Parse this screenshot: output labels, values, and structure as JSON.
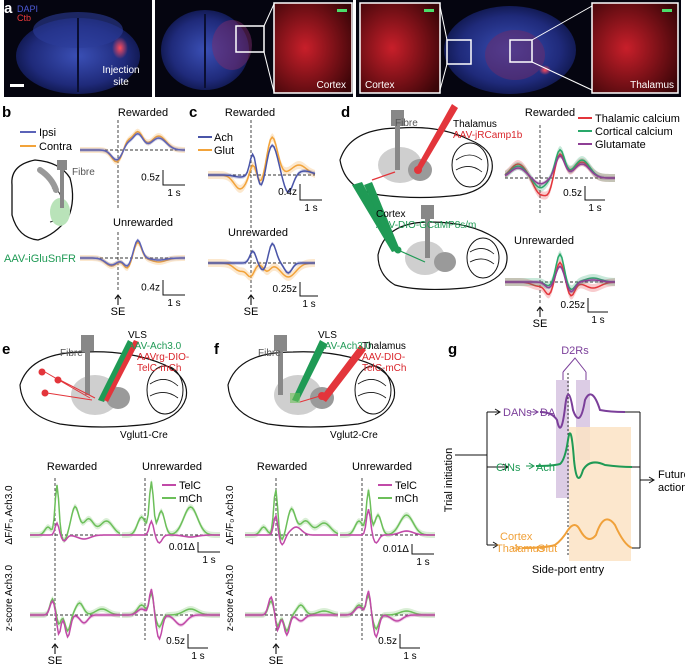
{
  "colors": {
    "ipsi": "#5b63b8",
    "contra": "#f2a33a",
    "ach": "#4a55a8",
    "glut": "#f2a33a",
    "thal_calcium": "#e3353b",
    "cort_calcium": "#29a86a",
    "glutamate": "#8e3f95",
    "telc": "#c14aa8",
    "mch": "#6cbf5a",
    "dans": "#7b3f9a",
    "cins": "#1f9a55",
    "cortex": "#f0a13a",
    "green_text": "#1f9a55",
    "red_text": "#d9262c"
  },
  "a": {
    "letter": "a",
    "legend_dapi": "DAPI",
    "legend_ctb": "Ctb",
    "injection_site": "Injection site",
    "inset1": "Cortex",
    "inset2": "Cortex",
    "inset3": "Thalamus"
  },
  "b": {
    "letter": "b",
    "title_rewarded": "Rewarded",
    "title_unrewarded": "Unrewarded",
    "legend_ipsi": "Ipsi",
    "legend_contra": "Contra",
    "fibre": "Fibre",
    "virus": "AAV-iGluSnFR",
    "scale1_y": "0.5z",
    "scale1_x": "1 s",
    "scale2_y": "0.4z",
    "scale2_x": "1 s",
    "se": "SE"
  },
  "c": {
    "letter": "c",
    "title_rewarded": "Rewarded",
    "title_unrewarded": "Unrewarded",
    "legend_ach": "Ach",
    "legend_glut": "Glut",
    "scale1_y": "0.4z",
    "scale1_x": "1 s",
    "scale2_y": "0.25z",
    "scale2_x": "1 s",
    "se": "SE"
  },
  "d": {
    "letter": "d",
    "fibre": "Fibre",
    "thalamus": "Thalamus",
    "virus_thal": "AAV-jRCamp1b",
    "cortex": "Cortex",
    "virus_cort": "AAV-DIO-GCaMP8s/m",
    "title_rewarded": "Rewarded",
    "title_unrewarded": "Unrewarded",
    "legend_thal": "Thalamic calcium",
    "legend_cort": "Cortical calcium",
    "legend_glut": "Glutamate",
    "scale1_y": "0.5z",
    "scale1_x": "1 s",
    "scale2_y": "0.25z",
    "scale2_x": "1 s",
    "se": "SE"
  },
  "e": {
    "letter": "e",
    "fibre": "Fibre",
    "vls": "VLS",
    "virus1": "AAV-Ach3.0",
    "virus2": "AAVrg-DIO-",
    "virus3": "TelC-mCh",
    "cre": "Vglut1-Cre",
    "title_rewarded": "Rewarded",
    "title_unrewarded": "Unrewarded",
    "legend_telc": "TelC",
    "legend_mch": "mCh",
    "ylabel1": "ΔF/F₀ Ach3.0",
    "ylabel2": "z-score Ach3.0",
    "scale1_y": "0.01Δ",
    "scale1_x": "1 s",
    "scale2_y": "0.5z",
    "scale2_x": "1 s",
    "se": "SE"
  },
  "f": {
    "letter": "f",
    "fibre": "Fibre",
    "vls": "VLS",
    "virus1": "AAV-Ach3.0",
    "thalamus": "Thalamus",
    "virus2": "AAV-DIO-",
    "virus3": "TelC-mCh",
    "cre": "Vglut2-Cre",
    "title_rewarded": "Rewarded",
    "title_unrewarded": "Unrewarded",
    "legend_telc": "TelC",
    "legend_mch": "mCh",
    "ylabel1": "ΔF/F₀ Ach3.0",
    "ylabel2": "z-score Ach3.0",
    "scale1_y": "0.01Δ",
    "scale1_x": "1 s",
    "scale2_y": "0.5z",
    "scale2_x": "1 s",
    "se": "SE"
  },
  "g": {
    "letter": "g",
    "d2rs": "D2Rs",
    "dans": "DANs",
    "da": "DA",
    "cins": "CINs",
    "ach": "Ach",
    "cortex": "Cortex",
    "thalamus": "Thalamus",
    "glut": "Glut",
    "trial_initiation": "Trial initiation",
    "future1": "Future",
    "future2": "actions",
    "side_port": "Side-port entry"
  }
}
